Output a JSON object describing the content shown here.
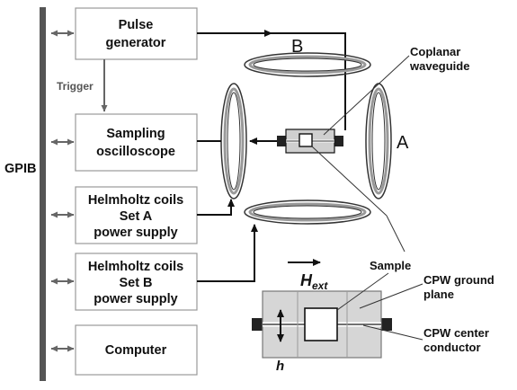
{
  "bus": {
    "label": "GPIB"
  },
  "boxes": {
    "pulse_generator": [
      "Pulse",
      "generator"
    ],
    "sampling_oscilloscope": [
      "Sampling",
      "oscilloscope"
    ],
    "psu_a": [
      "Helmholtz coils",
      "Set A",
      "power supply"
    ],
    "psu_b": [
      "Helmholtz coils",
      "Set B",
      "power supply"
    ],
    "computer": [
      "Computer"
    ]
  },
  "signals": {
    "trigger": "Trigger"
  },
  "coil_labels": {
    "a": "A",
    "b": "B"
  },
  "callouts": {
    "coplanar_waveguide": [
      "Coplanar",
      "waveguide"
    ],
    "sample": "Sample",
    "cpw_ground_plane": [
      "CPW ground",
      "plane"
    ],
    "cpw_center_conductor": [
      "CPW center",
      "conductor"
    ]
  },
  "field": {
    "h_ext_main": "H",
    "h_ext_sub": "ext",
    "h_small": "h"
  },
  "colors": {
    "box_border": "#999999",
    "bus": "#555555",
    "line": "#111111",
    "coil_fill": "#e8e8e8",
    "ground_plane": "#d6d6d6"
  }
}
